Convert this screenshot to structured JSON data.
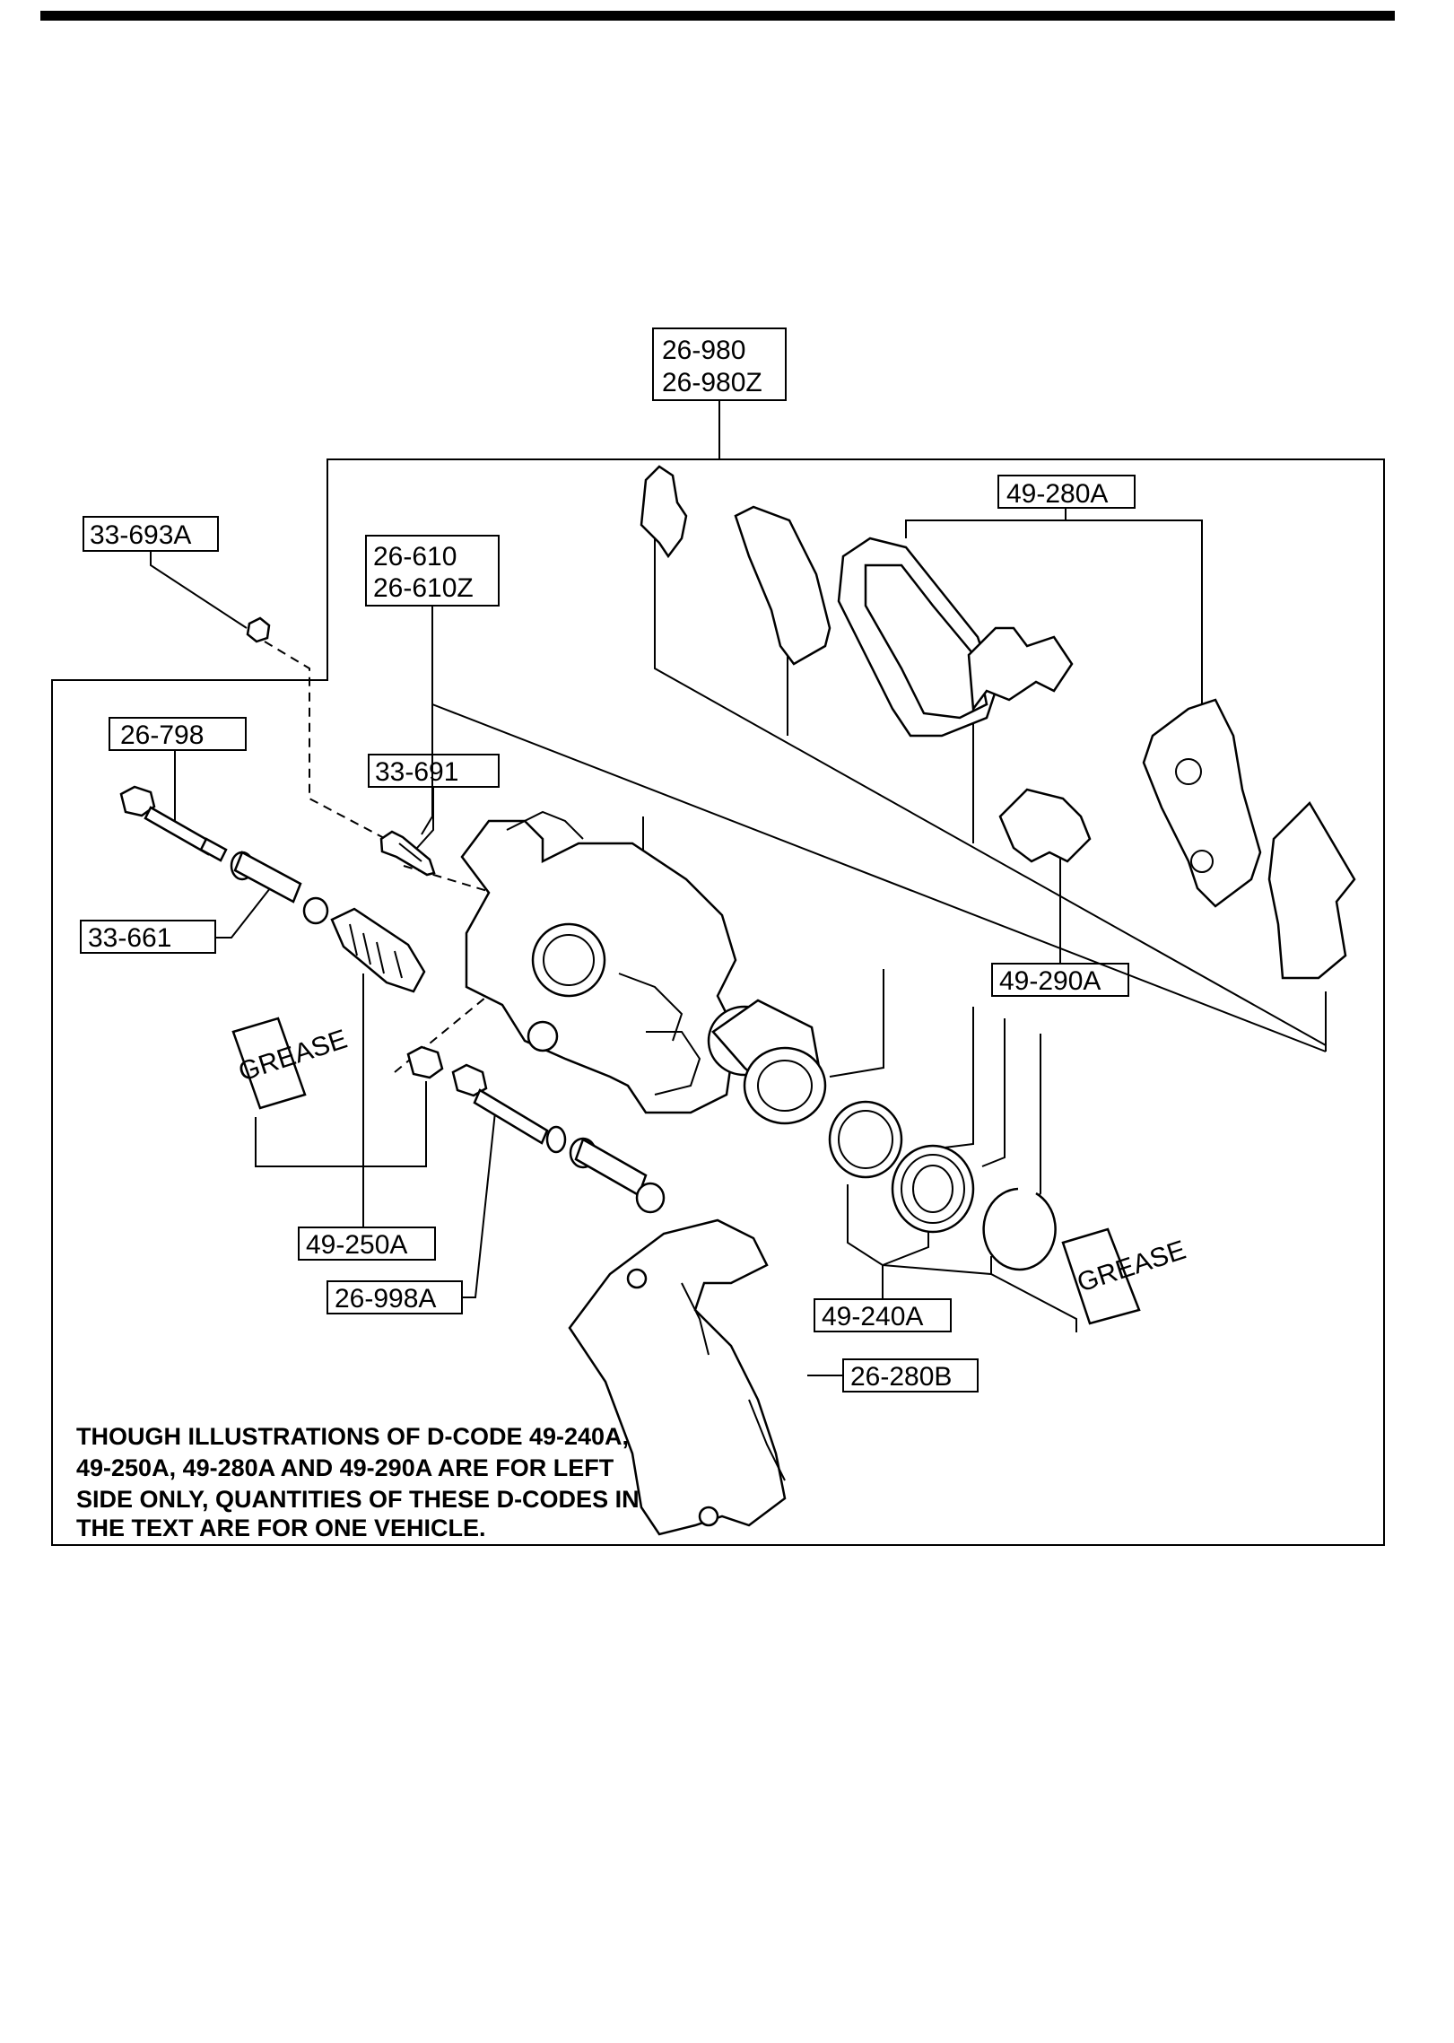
{
  "labels": {
    "caliper_assy_1": "26-980",
    "caliper_assy_2": "26-980Z",
    "bleeder_cap": "33-693A",
    "caliper_body_1": "26-610",
    "caliper_body_2": "26-610Z",
    "pad_set": "49-280A",
    "guide_bolt": "26-798",
    "bleeder_screw": "33-691",
    "sleeve": "33-661",
    "shim_kit": "49-290A",
    "boot_kit": "49-250A",
    "guide_pin": "26-998A",
    "seal_kit": "49-240A",
    "mounting_support": "26-280B"
  },
  "grease_text": "GREASE",
  "note": [
    "THOUGH ILLUSTRATIONS OF D-CODE 49-240A,",
    "49-250A, 49-280A AND 49-290A ARE FOR LEFT",
    "SIDE ONLY, QUANTITIES OF THESE D-CODES IN",
    "THE TEXT ARE FOR ONE VEHICLE."
  ]
}
